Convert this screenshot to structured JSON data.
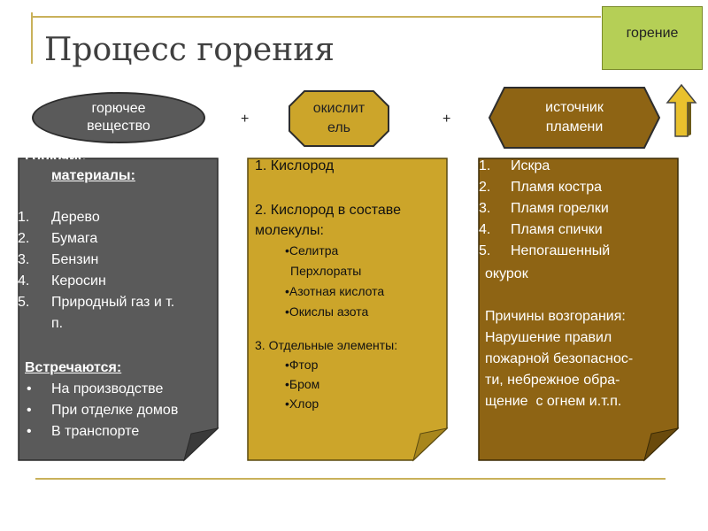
{
  "title": "Процесс горения",
  "result_label": "горение",
  "shapes": {
    "combustible": "горючее\nвещество",
    "oxidizer": "окислит\nель",
    "source": "источник\nпламени"
  },
  "plus_sign": "+",
  "colors": {
    "gray_card": "#5a5a5a",
    "gold_card": "#cca52a",
    "brown_card": "#8e6414",
    "result_green": "#b5cf56",
    "arrow_yellow": "#e9c12d"
  },
  "combustible_card": {
    "heading_hidden": "Горючие",
    "heading": "материалы:",
    "items": [
      {
        "num": "1.",
        "text": "Дерево"
      },
      {
        "num": "2.",
        "text": "Бумага"
      },
      {
        "num": "3.",
        "text": "Бензин"
      },
      {
        "num": "4.",
        "text": "Керосин"
      },
      {
        "num": "5.",
        "text": "Природный газ и т."
      },
      {
        "num": "",
        "text": "п."
      }
    ],
    "found_heading": "Встречаются:",
    "found_items": [
      "На производстве",
      "При отделке домов",
      "В транспорте"
    ]
  },
  "oxidizer_card": {
    "item1": "1. Кислород",
    "item2_line1": "2. Кислород в составе",
    "item2_line2": "молекулы:",
    "sub_items": [
      "•Селитра",
      "Перхлораты",
      "•Азотная кислота",
      "•Окислы азота"
    ],
    "item3": "3. Отдельные элементы:",
    "elements": [
      "•Фтор",
      "•Бром",
      "•Хлор"
    ]
  },
  "source_card": {
    "items": [
      {
        "num": "1.",
        "text": "Искра"
      },
      {
        "num": "2.",
        "text": "Пламя костра"
      },
      {
        "num": "3.",
        "text": "Пламя горелки"
      },
      {
        "num": "4.",
        "text": "Пламя спички"
      },
      {
        "num": "5.",
        "text": "Непогашенный"
      }
    ],
    "item5_cont": "окурок",
    "causes_lines": [
      "Причины возгорания:",
      "Нарушение правил",
      "пожарной безопаснос-",
      "ти, небрежное обра-",
      "щение  с огнем и.т.п."
    ]
  }
}
